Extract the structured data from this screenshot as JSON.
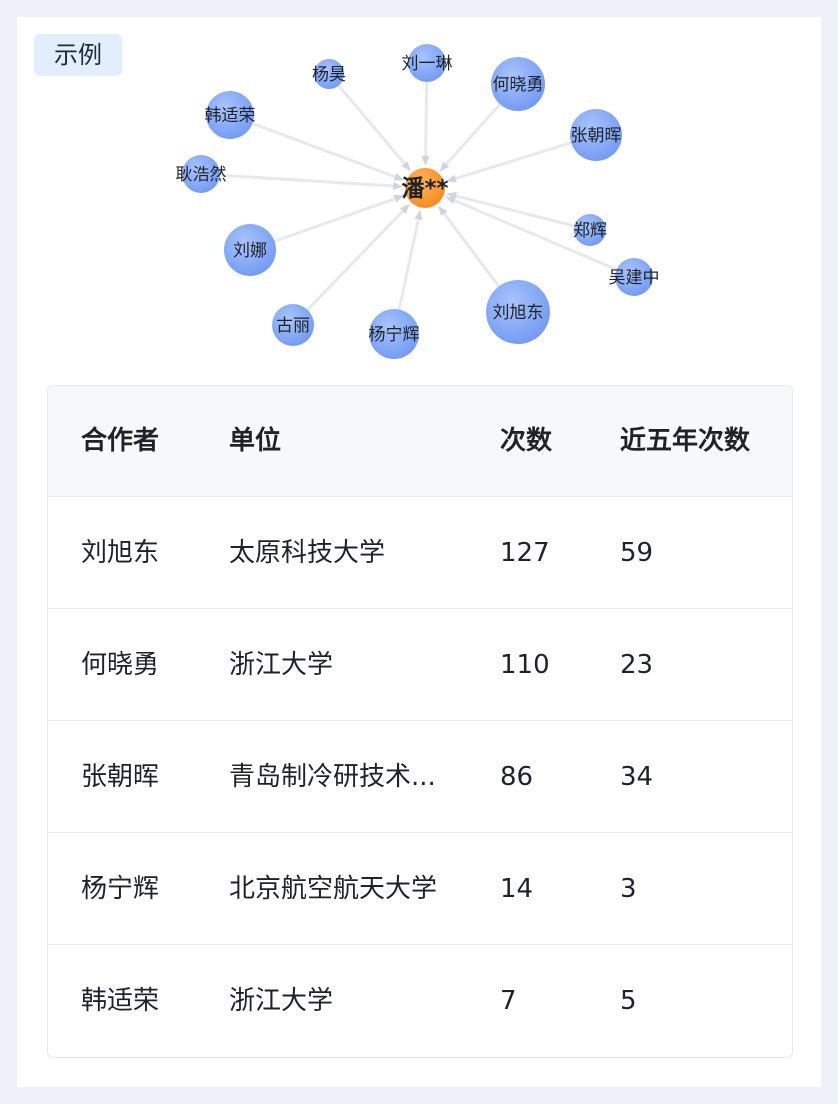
{
  "badge": "示例",
  "graph": {
    "center": "潘**",
    "nodes": [
      "杨昊",
      "刘一琳",
      "何晓勇",
      "韩适荣",
      "张朝晖",
      "耿浩然",
      "郑辉",
      "刘娜",
      "吴建中",
      "古丽",
      "杨宁辉",
      "刘旭东"
    ]
  },
  "table": {
    "headers": [
      "合作者",
      "单位",
      "次数",
      "近五年次数"
    ],
    "rows": [
      [
        "刘旭东",
        "太原科技大学",
        "127",
        "59"
      ],
      [
        "何晓勇",
        "浙江大学",
        "110",
        "23"
      ],
      [
        "张朝晖",
        "青岛制冷研技术...",
        "86",
        "34"
      ],
      [
        "杨宁辉",
        "北京航空航天大学",
        "14",
        "3"
      ],
      [
        "韩适荣",
        "浙江大学",
        "7",
        "5"
      ]
    ]
  },
  "colors": {
    "center_node": "#f7922d",
    "node": "#7ea4f5",
    "edge": "#e8e9ef"
  }
}
